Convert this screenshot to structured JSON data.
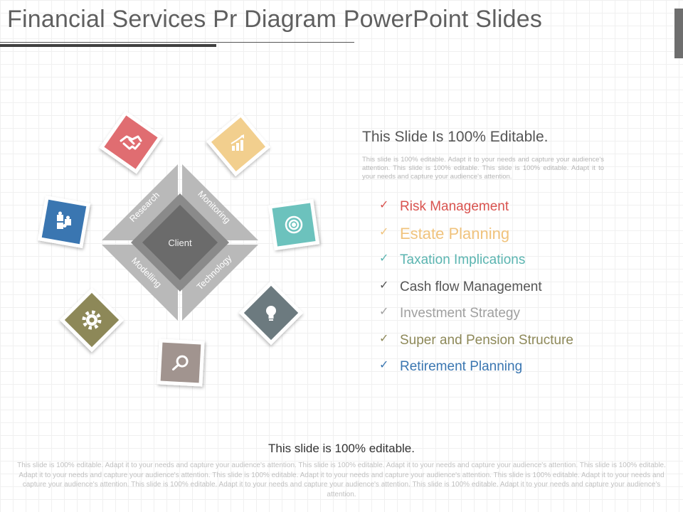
{
  "title": "Financial Services Pr Diagram PowerPoint Slides",
  "diagram": {
    "center_label": "Client",
    "quadrants": [
      "Research",
      "Monitoring",
      "Modelling",
      "Technology"
    ],
    "tiles": [
      {
        "icon": "handshake-icon",
        "color": "#e06d71"
      },
      {
        "icon": "bar-chart-icon",
        "color": "#f2cf8e"
      },
      {
        "icon": "puzzle-icon",
        "color": "#3a76b1"
      },
      {
        "icon": "target-icon",
        "color": "#6cc2bd"
      },
      {
        "icon": "lightbulb-icon",
        "color": "#6c7a7f"
      },
      {
        "icon": "gear-icon",
        "color": "#8d8858"
      },
      {
        "icon": "magnifier-icon",
        "color": "#a1948f"
      }
    ]
  },
  "panel": {
    "heading": "This Slide Is 100% Editable.",
    "text": "This slide is 100% editable. Adapt it to your needs and capture your audience's attention. This slide is 100% editable. This slide is 100% editable. Adapt it to your needs and capture your audience's attention."
  },
  "checklist": [
    {
      "label": "Risk Management",
      "color": "#d9534f"
    },
    {
      "label": "Estate Planning",
      "color": "#f0c37d"
    },
    {
      "label": "Taxation Implications",
      "color": "#5ab4b0"
    },
    {
      "label": "Cash flow Management",
      "color": "#555555"
    },
    {
      "label": "Investment Strategy",
      "color": "#a0a0a0"
    },
    {
      "label": "Super and Pension Structure",
      "color": "#8d8858"
    },
    {
      "label": "Retirement Planning",
      "color": "#3a76b1"
    }
  ],
  "footer": {
    "heading": "This slide is 100% editable.",
    "text": "This slide is 100% editable. Adapt it to your needs and capture your audience's attention. This slide is 100% editable. Adapt it to your needs and capture your audience's attention. This slide is 100% editable. Adapt it to your needs and capture your audience's attention. This slide is 100% editable. Adapt it to your needs and capture your audience's attention. This slide is 100% editable. Adapt it to your needs and capture your audience's attention. This slide is 100% editable. Adapt it to your needs and capture your audience's attention. This slide is 100% editable. Adapt it to your needs and capture your audience's attention."
  }
}
